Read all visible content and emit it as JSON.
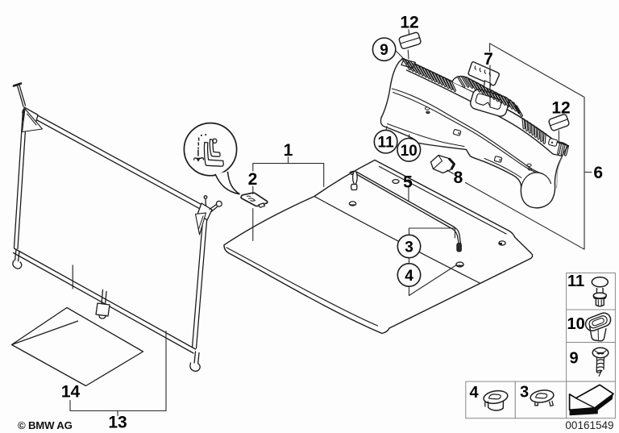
{
  "diagram": {
    "description": "BMW parts diagram - trunk floor trim, partition frame and sill cover",
    "line_color": "#1c1c1c",
    "background": "#fdfdfd"
  },
  "callouts": {
    "label_1": "1",
    "label_2": "2",
    "label_5": "5",
    "label_6": "6",
    "label_7": "7",
    "label_8": "8",
    "label_12_top": "12",
    "label_12_right": "12",
    "label_13": "13",
    "label_14": "14",
    "circled_3": "3",
    "circled_4": "4",
    "circled_9": "9",
    "circled_10": "10",
    "circled_11": "11"
  },
  "parts_table": {
    "rivet_label": "11",
    "grommet_label": "10",
    "screw_label": "9",
    "clip4_label": "4",
    "clip3_label": "3",
    "icons": [
      "expanding-rivet-icon",
      "grommet-socket-icon",
      "screw-icon",
      "oval-clip-icon",
      "oval-clip-icon",
      "direction-arrow-icon"
    ]
  },
  "footer": {
    "copyright": "© BMW AG",
    "doc_number": "00161549"
  }
}
